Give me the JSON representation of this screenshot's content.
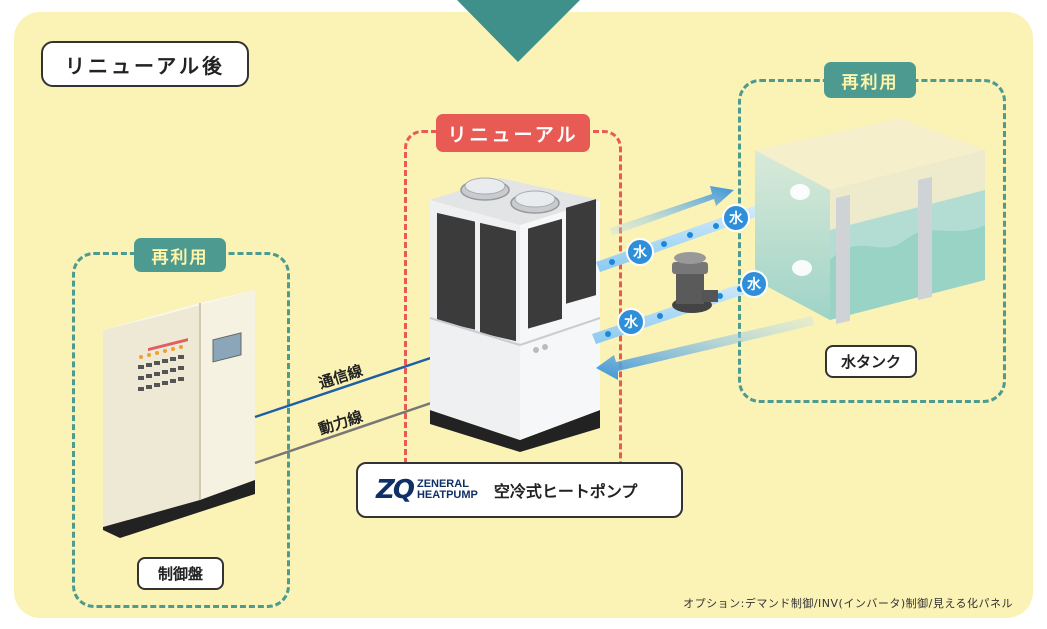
{
  "header": {
    "title": "リニューアル後"
  },
  "renewal_tag": "リニューアル",
  "control_panel": {
    "tag": "再利用",
    "label": "制御盤"
  },
  "tank": {
    "tag": "再利用",
    "label": "水タンク"
  },
  "lines": {
    "comm": "通信線",
    "power": "動力線"
  },
  "heatpump": {
    "logo_line1": "ZENERAL",
    "logo_line2": "HEATPUMP",
    "logo_mark": "ZQ",
    "label": "空冷式ヒートポンプ"
  },
  "water_badge": "水",
  "footnote": "オプション:デマンド制御/INV(インバータ)制御/見える化パネル",
  "colors": {
    "panel_bg": "#fbf3b5",
    "teal": "#4d9a91",
    "red": "#e85b55",
    "water_blue": "#2f8fd8",
    "comm_line": "#1f5fa8",
    "power_line": "#777777"
  }
}
